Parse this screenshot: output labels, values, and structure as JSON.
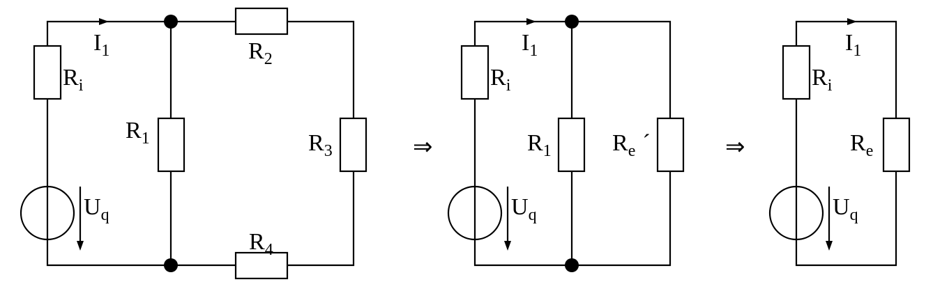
{
  "labels": {
    "i1": "I",
    "i1_sub": "1",
    "r": "R",
    "ri_sub": "i",
    "r1_sub": "1",
    "r2_sub": "2",
    "r3_sub": "3",
    "r4_sub": "4",
    "re_sub": "e",
    "re_prime": "´",
    "u": "U",
    "uq_sub": "q"
  },
  "transform_arrow": "⇒"
}
